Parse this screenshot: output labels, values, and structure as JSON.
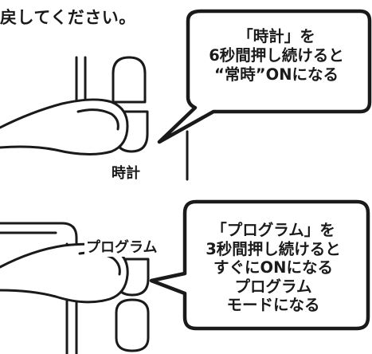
{
  "top_text": "戻してください。",
  "clock_button_label": "時計",
  "program_button_label": "プログラム",
  "callout1_lines": [
    "「時計」を",
    "6秒間押し続けると",
    "“常時”ONになる"
  ],
  "callout2_lines": [
    "「プログラム」を",
    "3秒間押し続けると",
    "すぐにONになる",
    "プログラム",
    "モードになる"
  ]
}
